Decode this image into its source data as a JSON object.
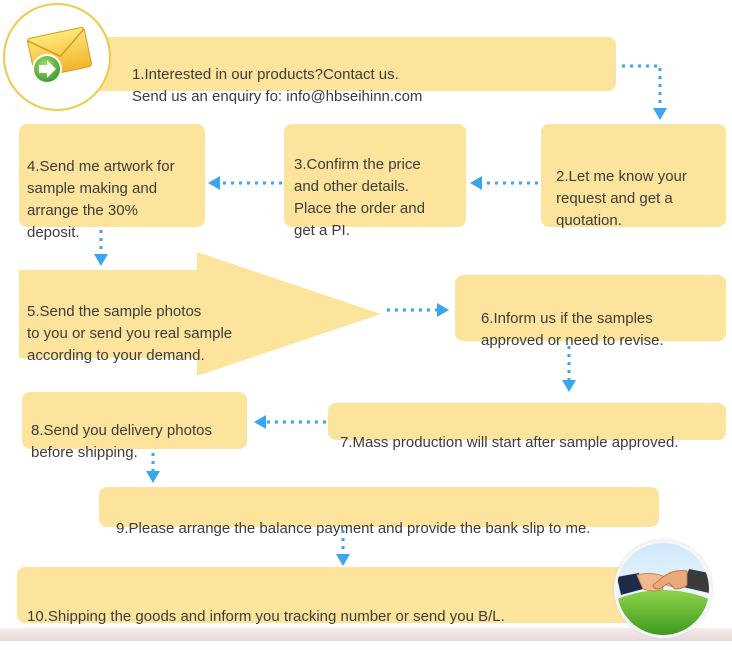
{
  "steps": {
    "s1": "1.Interested in our products?Contact us.\n  Send us an enquiry fo: info@hbseihinn.com",
    "s2": "2.Let me know your\n  request and get a\n  quotation.",
    "s3": "3.Confirm the price\n  and other details.\n  Place the order and\n  get a PI.",
    "s4": "4.Send me artwork for\n  sample making and\n  arrange the 30%\n  deposit.",
    "s5": "5.Send the sample photos\n  to you or send you real sample\n  according to your demand.",
    "s6": "6.Inform us if the samples\n  approved or need to revise.",
    "s7": "7.Mass production will start after sample approved.",
    "s8": "8.Send you delivery photos\n  before shipping.",
    "s9": "9.Please arrange the balance payment and provide the bank slip to me.",
    "s10": "10.Shipping the goods and inform you tracking number or send you B/L."
  },
  "icons": {
    "top": "envelope-arrow-icon",
    "bottom": "handshake-icon"
  },
  "colors": {
    "box": "#fde49c",
    "arrow": "#3aa6ee",
    "text": "#3c3c3c"
  }
}
